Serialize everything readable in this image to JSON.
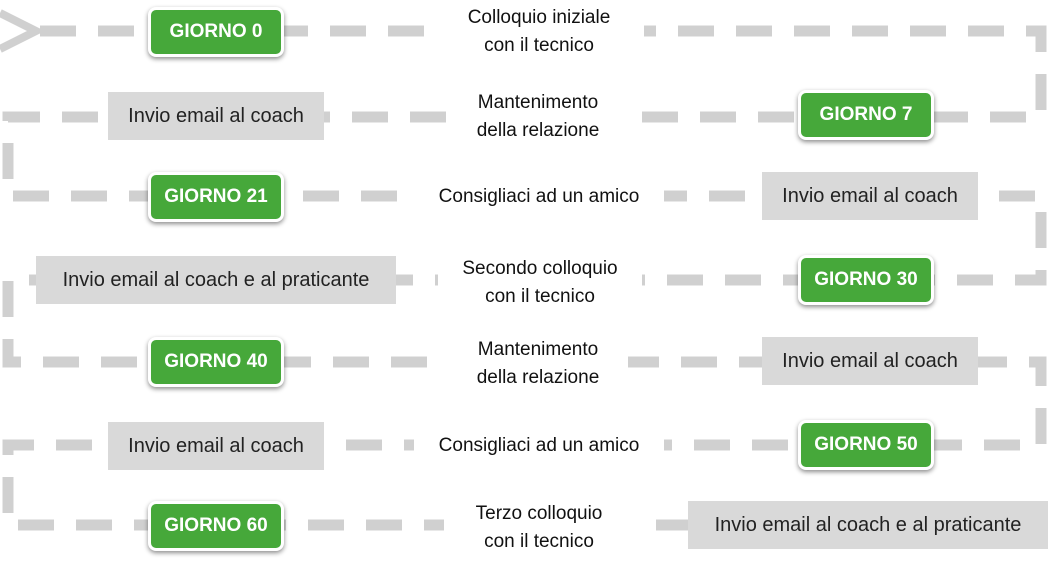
{
  "rows": [
    {
      "day": "GIORNO 0",
      "activity": [
        "Colloquio iniziale",
        "con il tecnico"
      ]
    },
    {
      "day": "GIORNO 7",
      "activity": [
        "Mantenimento",
        "della relazione"
      ],
      "email": "Invio email al coach"
    },
    {
      "day": "GIORNO 21",
      "activity": [
        "Consigliaci ad un amico"
      ],
      "email": "Invio email al coach"
    },
    {
      "day": "GIORNO 30",
      "activity": [
        "Secondo colloquio",
        "con il tecnico"
      ],
      "email": "Invio email al coach e al praticante"
    },
    {
      "day": "GIORNO 40",
      "activity": [
        "Mantenimento",
        "della relazione"
      ],
      "email": "Invio email al coach"
    },
    {
      "day": "GIORNO 50",
      "activity": [
        "Consigliaci ad un amico"
      ],
      "email": "Invio email al coach"
    },
    {
      "day": "GIORNO 60",
      "activity": [
        "Terzo colloquio",
        "con il tecnico"
      ],
      "email": "Invio email al coach e al praticante"
    }
  ],
  "colors": {
    "day_box": "#46a83a",
    "email_box": "#d9d9d9",
    "connector": "#d0d0d0"
  }
}
